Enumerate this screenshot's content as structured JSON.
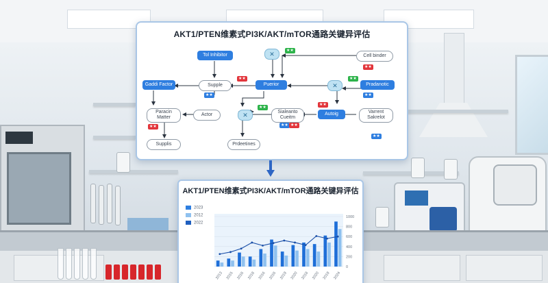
{
  "panel_top": {
    "title": "AKT1/PTEN维素式PI3K/AKT/mTOR通路关键异评估",
    "nodes": {
      "tol_inhibitor": "Tol Inhibitor",
      "cell_binder": "Cell binder",
      "gene_factor": "Gaddi Factor",
      "supple": "Supple",
      "puerior": "Puerior",
      "pradanotic": "Pradanotic",
      "paracin_matter": "Paracin\nMatter",
      "actor": "Actor",
      "sialeanto_cueitm": "Sialeanto\nCueitm",
      "autoig": "Autoig",
      "varrent_sakrelot": "Varrent\nSakrelot",
      "supplis": "Supplis",
      "prdeetines": "Prdeetines"
    },
    "badges": {
      "b1": "★★",
      "b2": "★★",
      "b3": "★★",
      "b4": "★★",
      "b5": "★★",
      "b6": "★★",
      "b7": "★★",
      "b8": "★★",
      "b9": "★★",
      "b10": "★★",
      "b11": "★★",
      "b12": "★★"
    },
    "icons": {
      "inhibit_symbol": "✕",
      "inhibit_icon": "close-icon"
    }
  },
  "panel_bottom": {
    "title": "AKT1/PTEN维素式PI3K/AKT/mTOR通路关键异评估",
    "legend": [
      "2023",
      "2012",
      "2022"
    ]
  },
  "colors": {
    "accent_blue": "#2e7ee0",
    "badge_red": "#e2353b",
    "badge_green": "#2db34a",
    "panel_border": "#a9c6e6"
  },
  "chart_data": {
    "type": "bar",
    "categories": [
      "2013",
      "2015",
      "2016",
      "2018",
      "2016",
      "2016",
      "2019",
      "2020",
      "2018",
      "2020",
      "2019",
      "2024"
    ],
    "series": [
      {
        "values": [
          120,
          160,
          280,
          200,
          350,
          540,
          300,
          430,
          480,
          450,
          620,
          900
        ]
      },
      {
        "values": [
          80,
          120,
          200,
          140,
          260,
          420,
          220,
          320,
          350,
          300,
          480,
          750
        ]
      }
    ],
    "line": [
      250,
      290,
      360,
      480,
      420,
      470,
      520,
      480,
      430,
      610,
      560,
      600
    ],
    "ylim": [
      0,
      1000
    ],
    "y_ticks": [
      "1000",
      "800",
      "600",
      "400",
      "200",
      "0"
    ],
    "grid": true
  }
}
